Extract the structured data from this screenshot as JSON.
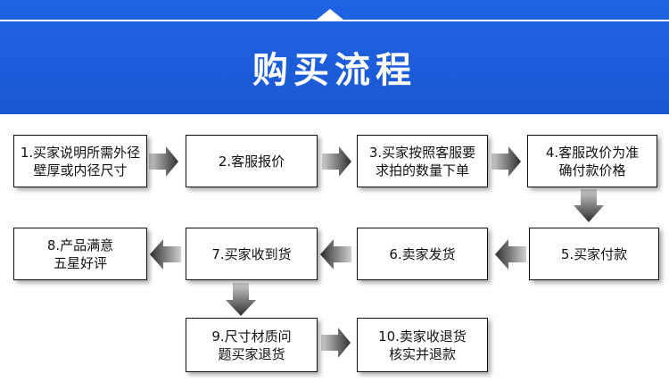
{
  "header": {
    "title": "购买流程"
  },
  "steps": [
    {
      "label": "1.买家说明所需外径\n壁厚或内径尺寸"
    },
    {
      "label": "2.客服报价"
    },
    {
      "label": "3.买家按照客服要\n求拍的数量下单"
    },
    {
      "label": "4.客服改价为准\n确付款价格"
    },
    {
      "label": "5.买家付款"
    },
    {
      "label": "6.卖家发货"
    },
    {
      "label": "7.买家收到货"
    },
    {
      "label": "8.产品满意\n五星好评"
    },
    {
      "label": "9.尺寸材质问\n题买家退货"
    },
    {
      "label": "10.卖家收退货\n核实并退款"
    }
  ],
  "colors": {
    "banner": "#1d5fdc",
    "arrow": "#3a3a3a"
  }
}
